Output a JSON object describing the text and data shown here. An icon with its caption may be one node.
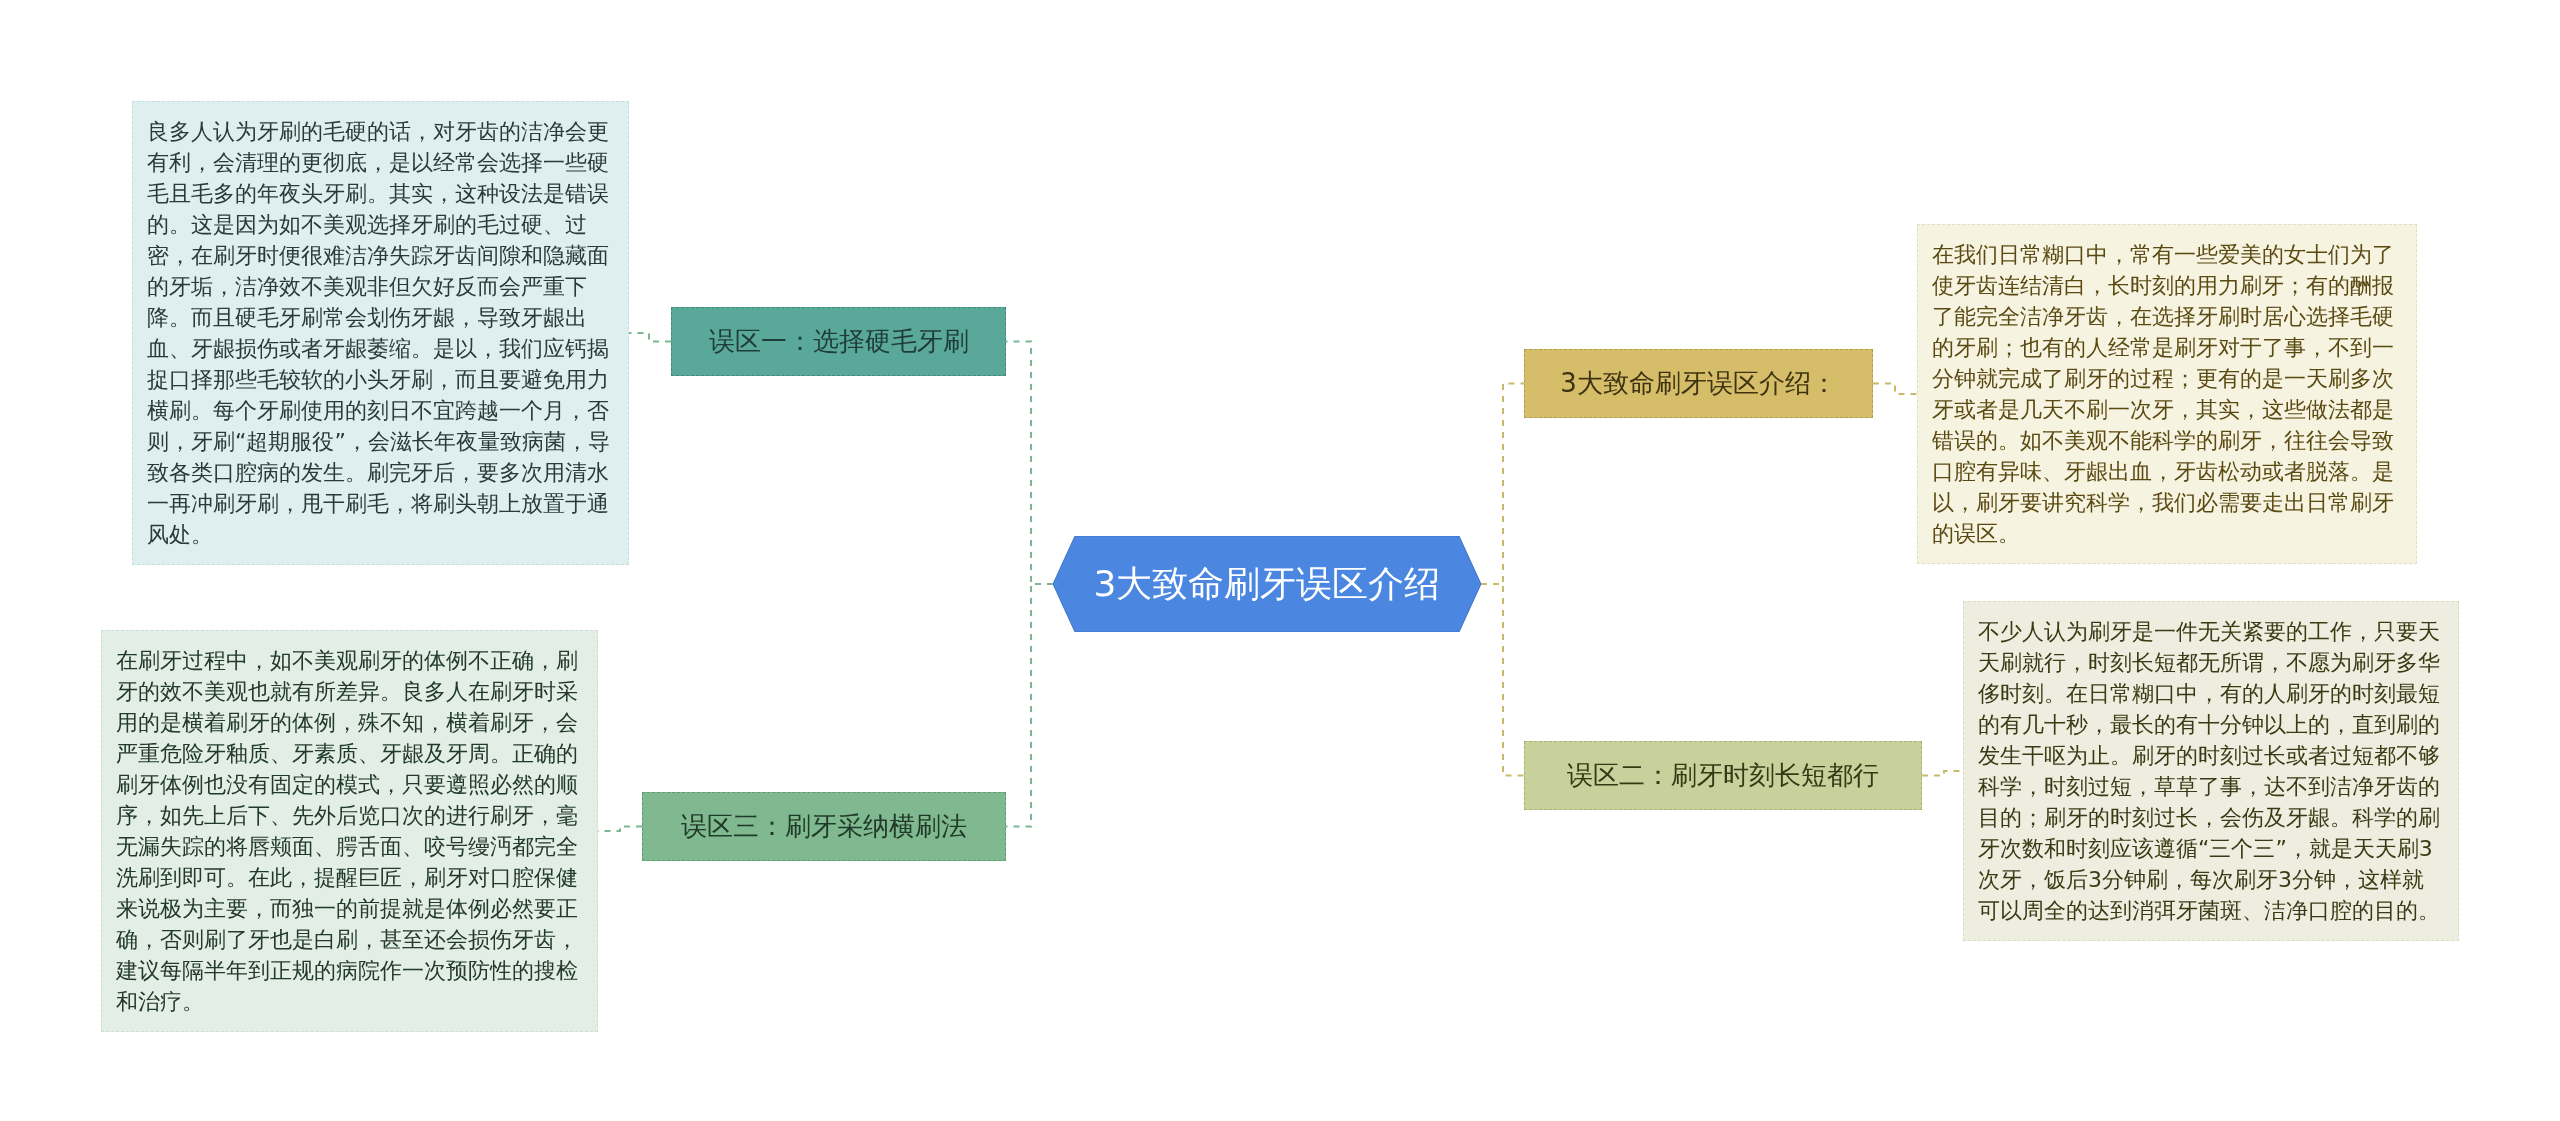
{
  "diagram": {
    "nodes": [
      {
        "text": [
          "3大致命刷牙误区介绍"
        ]
      },
      {
        "text": [
          "误区一：选择硬毛牙刷"
        ]
      },
      {
        "text": [
          "良多人认为牙刷的毛硬的话，对牙齿的洁净会更有利，会清理的更彻底，是以经常会选择一些硬毛且毛多的年夜头牙刷。其实，这种设法是错误的。这是因为如不美观选择牙刷的毛过硬、过密，在刷牙时便很难洁净失踪牙齿间隙和隐藏面的牙垢，洁净效不美观非但欠好反而会严重下降。而且硬毛牙刷常会划伤牙龈，导致牙龈出血、牙龈损伤或者牙龈萎缩。是以，我们应钙揭捉口择那些毛较软的小头牙刷，而且要避免用力横刷。每个牙刷使用的刻日不宜跨越一个月，否则，牙刷“超期服役”，会滋长年夜量致病菌，导致各类口腔病的发生。刷完牙后，要多次用清水一再冲刷牙刷，甩干刷毛，将刷头朝上放置于通风处。"
        ]
      },
      {
        "text": [
          "误区三：刷牙采纳横刷法"
        ]
      },
      {
        "text": [
          "在刷牙过程中，如不美观刷牙的体例不正确，刷牙的效不美观也就有所差异。良多人在刷牙时采用的是横着刷牙的体例，殊不知，横着刷牙，会严重危险牙釉质、牙素质、牙龈及牙周。正确的刷牙体例也没有固定的模式，只要遵照必然的顺序，如先上后下、先外后览口次的进行刷牙，毫无漏失踪的将唇颊面、腭舌面、咬号缦沔都完全洗刷到即可。在此，提醒巨匠，刷牙对口腔保健来说极为主要，而独一的前提就是体例必然要正确，否则刷了牙也是白刷，甚至还会损伤牙齿，建议每隔半年到正规的病院作一次预防性的搜检和治疗。"
        ]
      },
      {
        "text": [
          "3大致命刷牙误区介绍："
        ]
      },
      {
        "text": [
          "在我们日常糊口中，常有一些爱美的女士们为了使牙齿连结清白，长时刻的用力刷牙；有的酬报了能完全洁净牙齿，在选择牙刷时居心选择毛硬的牙刷；也有的人经常是刷牙对于了事，不到一分钟就完成了刷牙的过程；更有的是一天刷多次牙或者是几天不刷一次牙，其实，这些做法都是错误的。如不美观不能科学的刷牙，往往会导致口腔有异味、牙龈出血，牙齿松动或者脱落。是以，刷牙要讲究科学，我们必需要走出日常刷牙的误区。"
        ]
      },
      {
        "text": [
          "误区二：刷牙时刻长短都行"
        ]
      },
      {
        "text": [
          "不少人认为刷牙是一件无关紧要的工作，只要天天刷就行，时刻长短都无所谓，不愿为刷牙多华侈时刻。在日常糊口中，有的人刷牙的时刻最短的有几十秒，最长的有十分钟以上的，直到刷的发生干呕为止。刷牙的时刻过长或者过短都不够科学，时刻过短，草草了事，达不到洁净牙齿的目的；刷牙的时刻过长，会伤及牙龈。科学的刷牙次数和时刻应该遵循“三个三”，就是天天刷3次牙，饭后3分钟刷，每次刷牙3分钟，这样就可以周全的达到消弭牙菌斑、洁净口腔的目的。"
        ]
      }
    ],
    "edges": [
      {
        "from": 0,
        "to": 1,
        "arrow": "none",
        "style": "dashed",
        "color": "#7ab68f"
      },
      {
        "from": 1,
        "to": 2,
        "arrow": "none",
        "style": "dashed",
        "color": "#7ab68f"
      },
      {
        "from": 0,
        "to": 3,
        "arrow": "none",
        "style": "dashed",
        "color": "#7ab68f"
      },
      {
        "from": 3,
        "to": 4,
        "arrow": "none",
        "style": "dashed",
        "color": "#7ab68f"
      },
      {
        "from": 0,
        "to": 5,
        "arrow": "none",
        "style": "dashed",
        "color": "#c9b96a"
      },
      {
        "from": 5,
        "to": 6,
        "arrow": "none",
        "style": "dashed",
        "color": "#c9b96a"
      },
      {
        "from": 0,
        "to": 7,
        "arrow": "none",
        "style": "dashed",
        "color": "#c9b96a"
      },
      {
        "from": 7,
        "to": 8,
        "arrow": "none",
        "style": "dashed",
        "color": "#c9b96a"
      }
    ]
  }
}
